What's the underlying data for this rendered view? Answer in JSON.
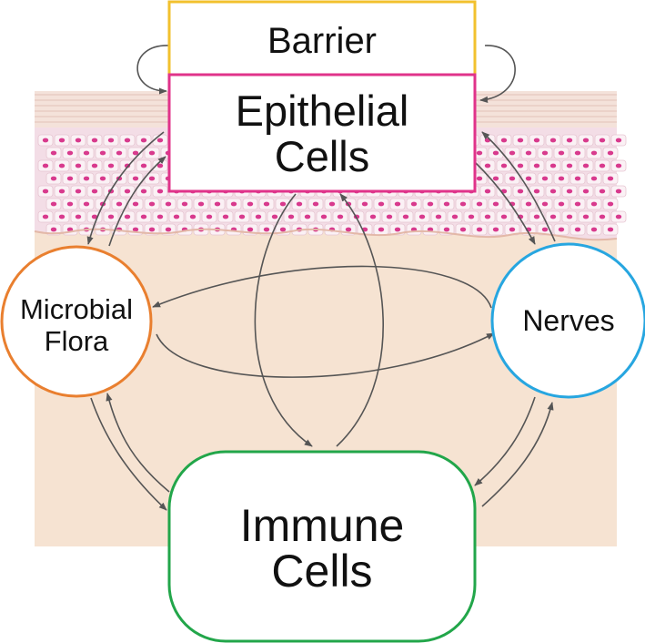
{
  "nodes": {
    "barrier": {
      "label": "Barrier"
    },
    "epithelial": {
      "line1": "Epithelial",
      "line2": "Cells"
    },
    "microbial": {
      "line1": "Microbial",
      "line2": "Flora"
    },
    "nerves": {
      "label": "Nerves"
    },
    "immune": {
      "line1": "Immune",
      "line2": "Cells"
    }
  },
  "colors": {
    "barrier_border": "#f2c12e",
    "epithelial_border": "#e0338a",
    "microbial_border": "#e97f2f",
    "nerves_border": "#27a6e0",
    "immune_border": "#22a64a",
    "arrow": "#555555",
    "skin_dermis": "#f6e3d2",
    "skin_epidermis": "#f3dde4",
    "cell_nucleus": "#d83a8d"
  }
}
